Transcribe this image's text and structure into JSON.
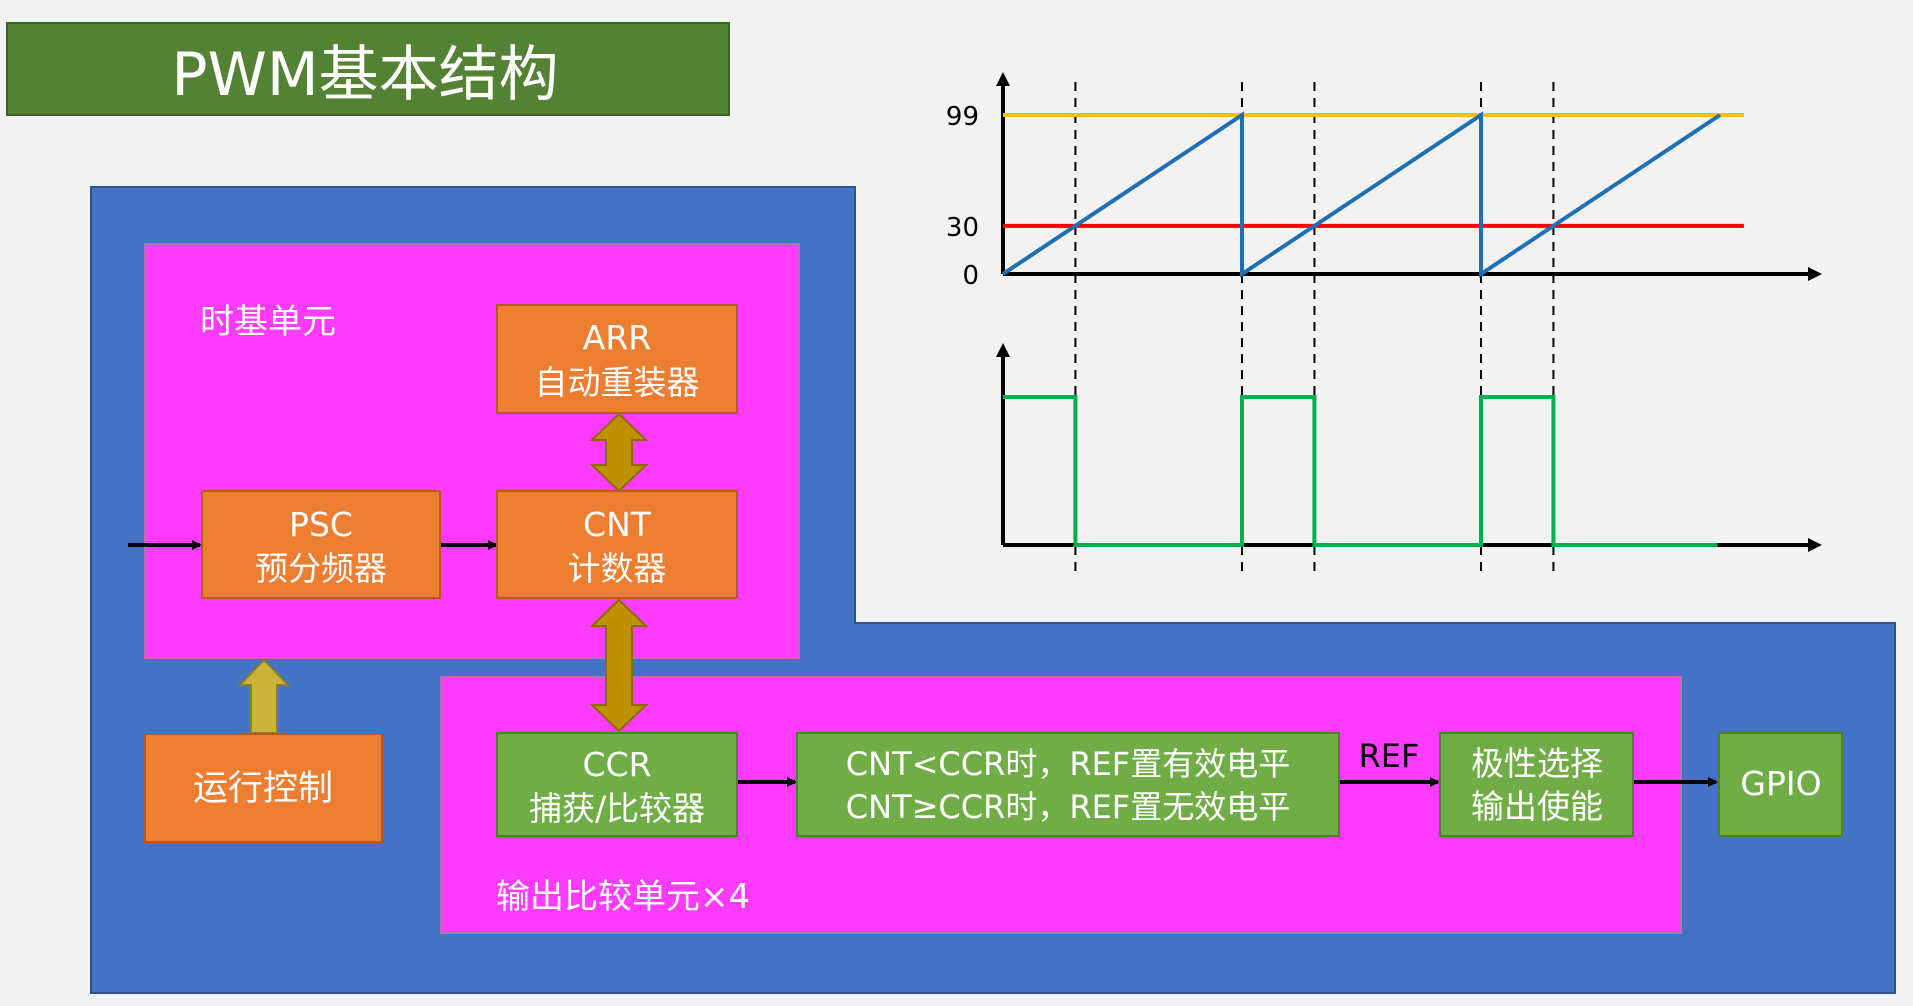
{
  "title": "PWM基本结构",
  "blocks": {
    "time_base_label": "时基单元",
    "output_compare_label": "输出比较单元×4",
    "arr": {
      "line1": "ARR",
      "line2": "自动重装器"
    },
    "psc": {
      "line1": "PSC",
      "line2": "预分频器"
    },
    "cnt": {
      "line1": "CNT",
      "line2": "计数器"
    },
    "run_control": "运行控制",
    "ccr": {
      "line1": "CCR",
      "line2": "捕获/比较器"
    },
    "compare_rule": {
      "line1": "CNT<CCR时，REF置有效电平",
      "line2": "CNT≥CCR时，REF置无效电平"
    },
    "ref_label": "REF",
    "polarity": {
      "line1": "极性选择",
      "line2": "输出使能"
    },
    "gpio": "GPIO"
  },
  "chart_data": [
    {
      "type": "line",
      "title": "",
      "xlabel": "",
      "ylabel": "",
      "y_ticks": [
        "0",
        "30",
        "99"
      ],
      "ylim": [
        0,
        99
      ],
      "series": [
        {
          "values": [
            [
              0,
              0
            ],
            [
              1,
              99
            ],
            [
              1,
              0
            ],
            [
              2,
              99
            ],
            [
              2,
              0
            ],
            [
              3,
              99
            ]
          ],
          "color": "#1f6fb4"
        },
        {
          "values": [
            [
              0,
              99
            ],
            [
              3.1,
              99
            ]
          ],
          "color": "#ffbf00"
        },
        {
          "values": [
            [
              0,
              30
            ],
            [
              3.1,
              30
            ]
          ],
          "color": "#ff0000"
        }
      ],
      "dashed_markers_x": [
        0.303,
        1,
        1.303,
        2,
        2.303
      ]
    },
    {
      "type": "line",
      "title": "",
      "xlabel": "",
      "ylabel": "",
      "series": [
        {
          "values": [
            [
              0,
              1
            ],
            [
              0.303,
              1
            ],
            [
              0.303,
              0
            ],
            [
              1,
              0
            ],
            [
              1,
              1
            ],
            [
              1.303,
              1
            ],
            [
              1.303,
              0
            ],
            [
              2,
              0
            ],
            [
              2,
              1
            ],
            [
              2.303,
              1
            ],
            [
              2.303,
              0
            ],
            [
              2.99,
              0
            ]
          ],
          "color": "#00b050"
        }
      ]
    }
  ],
  "colors": {
    "title_bg": "#548235",
    "outer_blue": "#4472c4",
    "magenta": "#ff3bff",
    "orange": "#ed7d31",
    "green": "#70ad47",
    "bus_gold": "#bf9000",
    "run_arrow": "#c9b33a"
  }
}
